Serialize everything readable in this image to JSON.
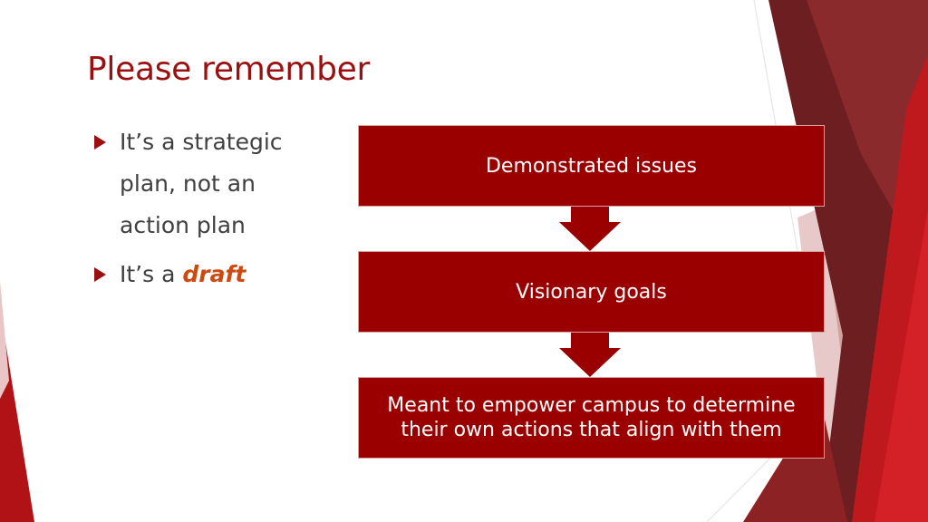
{
  "slide": {
    "title": "Please remember",
    "bullets": [
      {
        "text": "It’s a strategic plan, not an action plan"
      },
      {
        "prefix": "It’s a ",
        "emphasis": "draft"
      }
    ]
  },
  "flow": {
    "steps": [
      {
        "label": "Demonstrated issues"
      },
      {
        "label": "Visionary goals"
      },
      {
        "label": "Meant to empower campus to determine their own actions that align with them"
      }
    ]
  },
  "colors": {
    "accent": "#9b0000",
    "title": "#9b0f10",
    "emphasis": "#cc4a10",
    "body_text": "#404040"
  },
  "icons": [
    "bullet-arrow-icon",
    "down-arrow-icon"
  ]
}
